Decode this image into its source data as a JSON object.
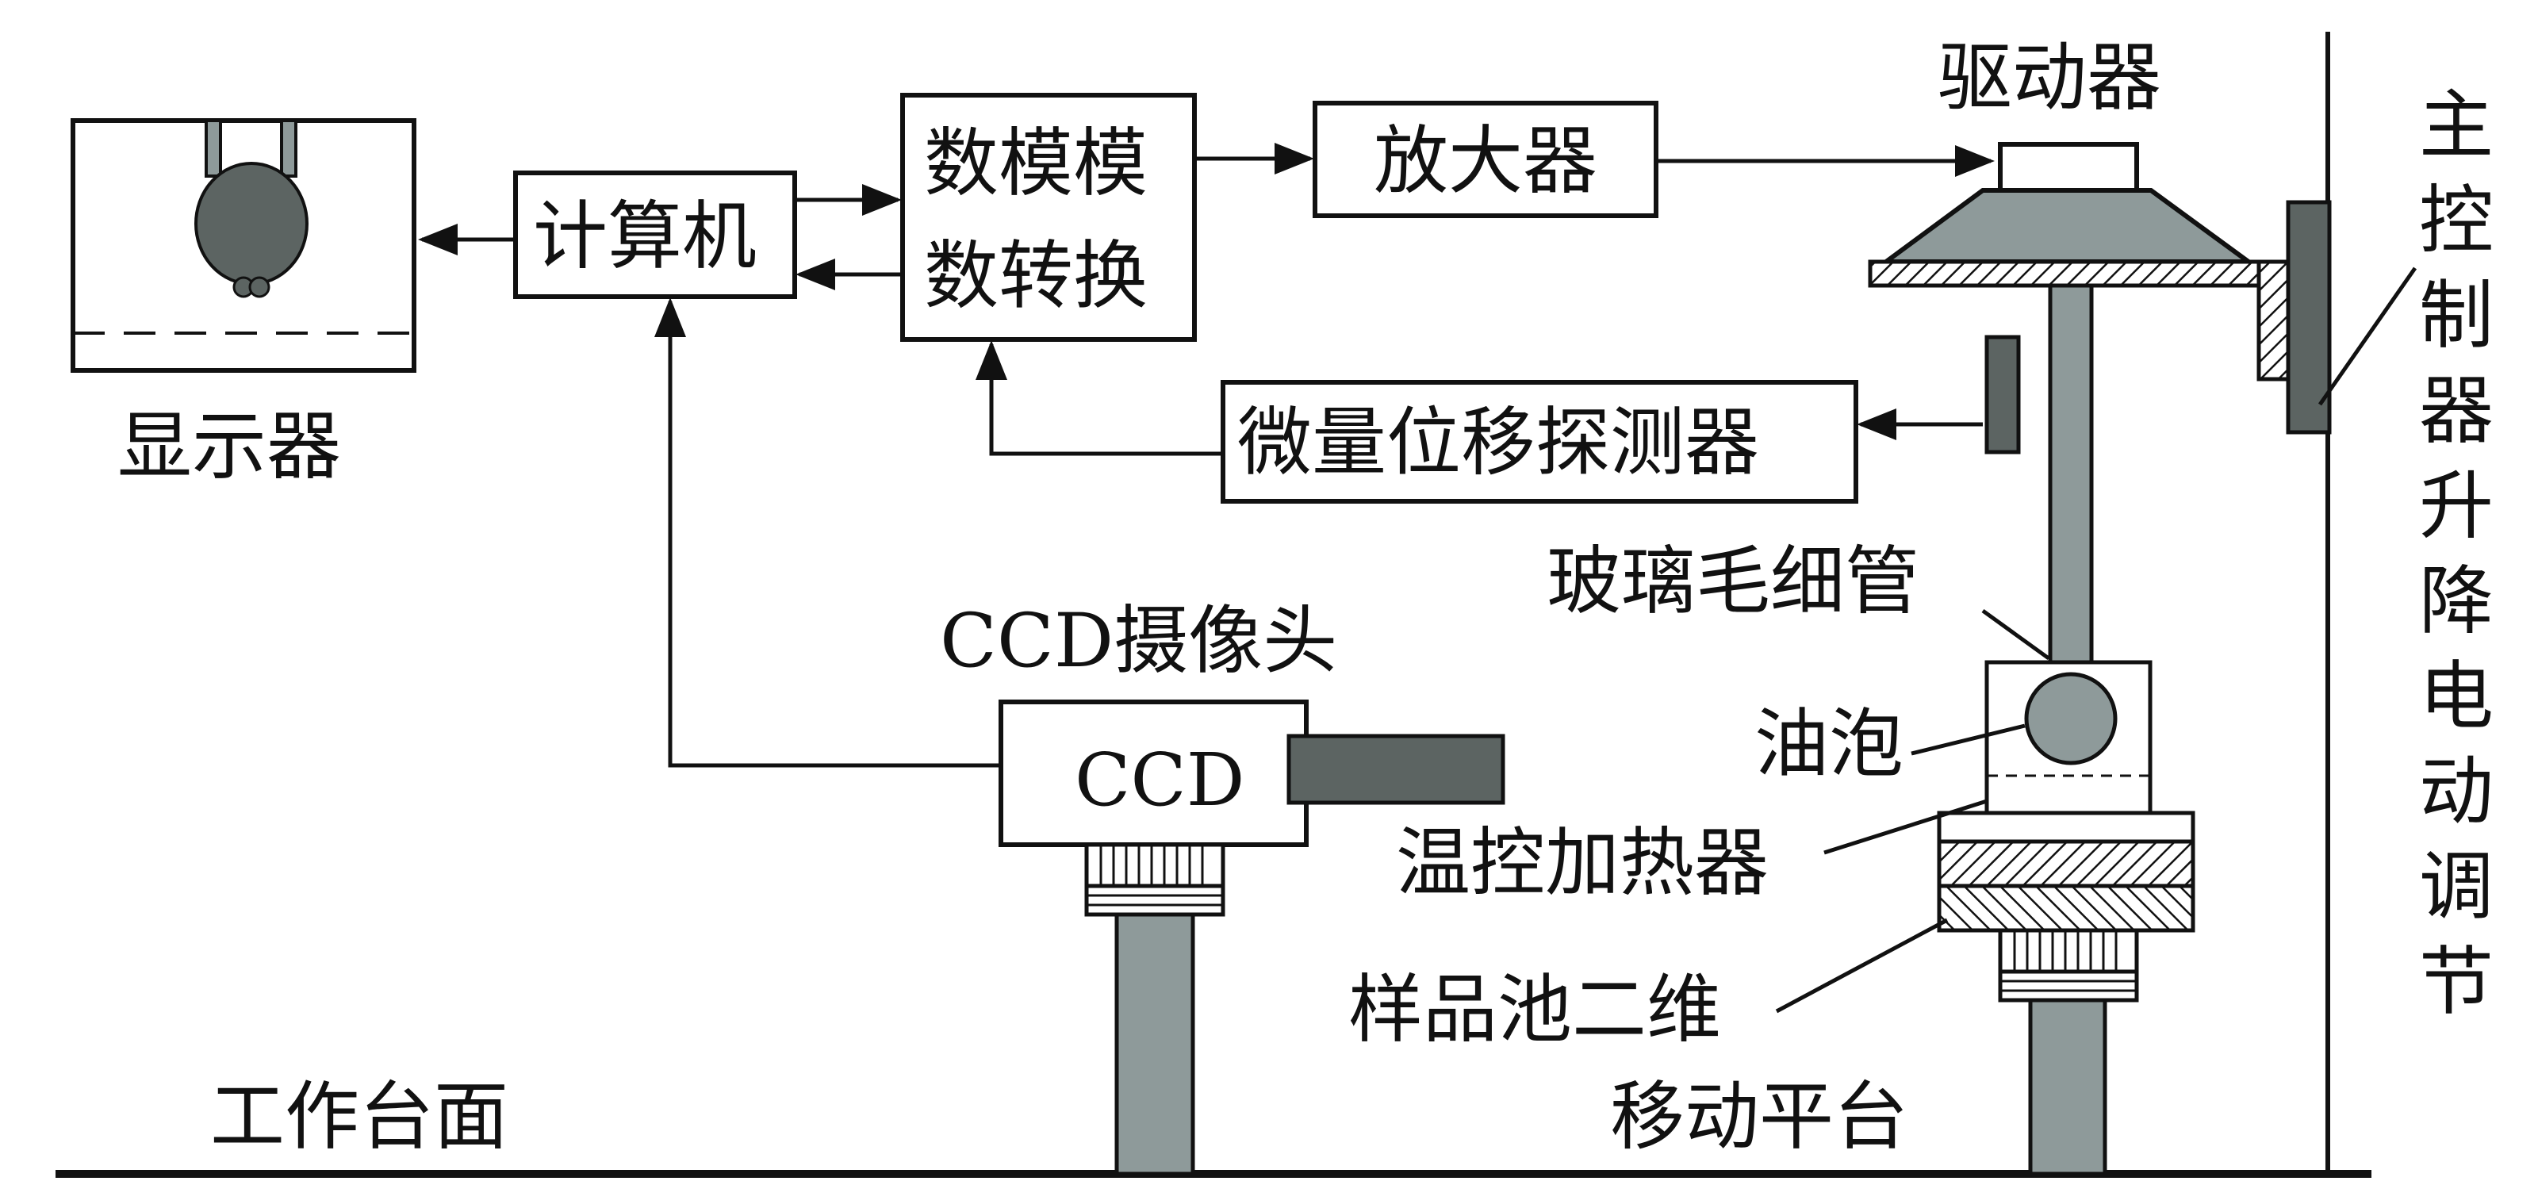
{
  "labels": {
    "display": "显示器",
    "computer": "计算机",
    "converter_line1": "数模模",
    "converter_line2": "数转换",
    "amplifier": "放大器",
    "driver": "驱动器",
    "detector": "微量位移探测器",
    "camera": "CCD摄像头",
    "camera_body": "CCD",
    "capillary": "玻璃毛细管",
    "oil_bubble": "油泡",
    "heater": "温控加热器",
    "stage_line1": "样品池二维",
    "stage_line2": "移动平台",
    "worktable": "工作台面",
    "lift_chars": [
      "主",
      "控",
      "制",
      "器",
      "升",
      "降",
      "电",
      "动",
      "调",
      "节"
    ]
  },
  "colors": {
    "stroke": "#111111",
    "part_gray": "#8e9a9a",
    "dark_gray": "#5c6462",
    "background": "#ffffff"
  }
}
